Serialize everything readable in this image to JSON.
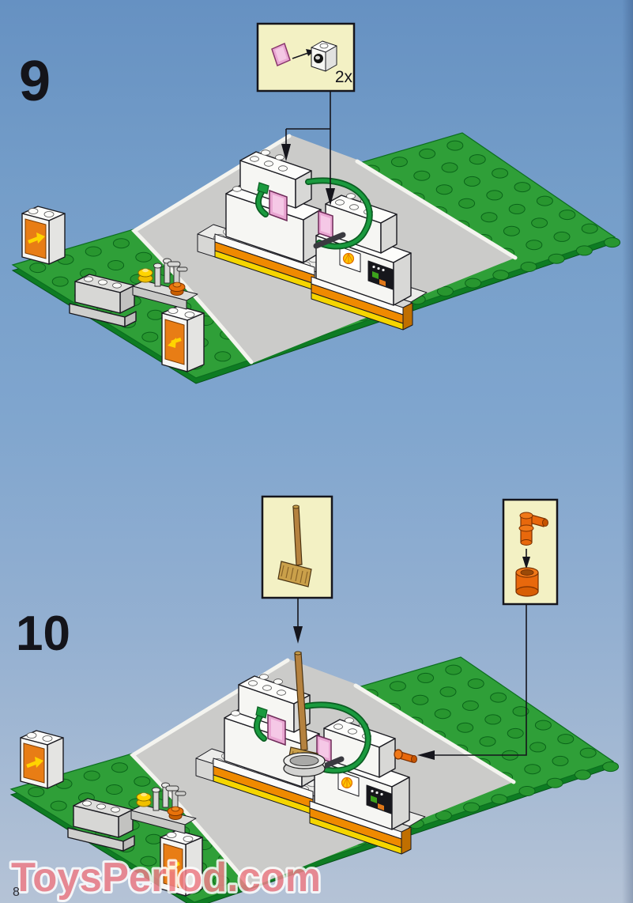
{
  "page": {
    "page_number": "8",
    "watermark": {
      "text": "ToysPeriod.com",
      "color": "#ef7f88"
    }
  },
  "step9": {
    "label": "9",
    "callout": {
      "count_label": "2x",
      "parts": {
        "left": "transparent-pink-panel",
        "right": "white-headlight-brick"
      }
    }
  },
  "step10": {
    "label": "10",
    "callout_broom": {
      "part": "brown-broom"
    },
    "callout_tap": {
      "part_top": "orange-tap",
      "part_bottom": "orange-round-brick"
    }
  },
  "model": {
    "theme": "shell-fuel-station",
    "features": [
      "green-road-baseplate",
      "gray-road",
      "white-curb-stripes",
      "two-fuel-pumps",
      "green-fuel-hose",
      "shell-logo-tile",
      "control-panel",
      "orange-arrow-signs",
      "pipe-assembly",
      "gray-bricks",
      "broom-in-stand",
      "orange-tap"
    ]
  },
  "colors": {
    "background_blue": "#7fa5ce",
    "baseplate_green": "#2f9f38",
    "stud_green": "#28962f",
    "road_gray": "#cbcbc9",
    "curb_white": "#f4f4ef",
    "callout_bg": "#f3f1c4",
    "accent_orange": "#ef8a00",
    "accent_yellow": "#f5d500",
    "trans_pink": "#e9a6d2",
    "hose_green": "#1a9a3e",
    "sign_orange": "#e87d15",
    "sign_arrow_yellow": "#ffd400",
    "tap_orange": "#e8680c",
    "broom_brown": "#b5823f"
  }
}
